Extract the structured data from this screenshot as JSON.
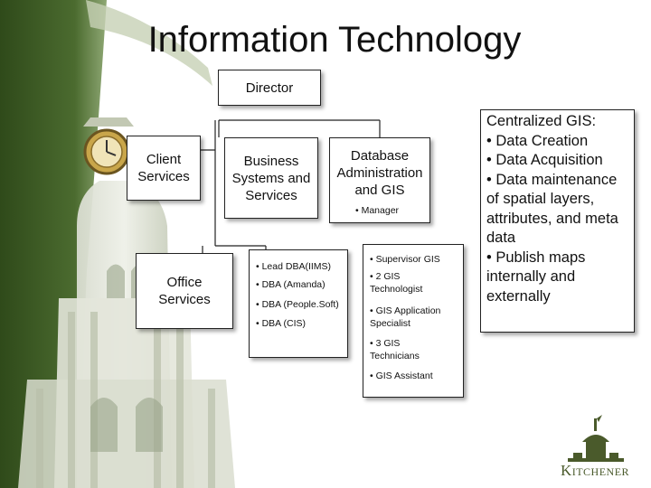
{
  "title": "Information Technology",
  "org_chart": {
    "director": "Director",
    "client_services": "Client\nServices",
    "business_systems": "Business\nSystems and\nServices",
    "database_admin": "Database\nAdministration\nand GIS",
    "manager": "• Manager",
    "office_services": "Office\nServices",
    "dba_items": [
      "• Lead DBA(IIMS)",
      "• DBA (Amanda)",
      "• DBA (People.Soft)",
      "• DBA (CIS)"
    ],
    "gis_items": [
      "• Supervisor GIS",
      "• 2 GIS\nTechnologist",
      "• GIS Application\nSpecialist",
      "• 3 GIS\nTechnicians",
      "• GIS Assistant"
    ]
  },
  "callout": {
    "lines": [
      "Centralized GIS:",
      "• Data Creation",
      "• Data Acquisition",
      "• Data maintenance",
      "of spatial layers,",
      "attributes, and meta",
      "data",
      "• Publish maps",
      "internally and",
      "externally"
    ]
  },
  "logo": {
    "text": "Kitchener"
  },
  "colors": {
    "green_dark": "#3d5a22",
    "green_light": "#a9bd8e",
    "logo_green": "#4a5a2b"
  }
}
